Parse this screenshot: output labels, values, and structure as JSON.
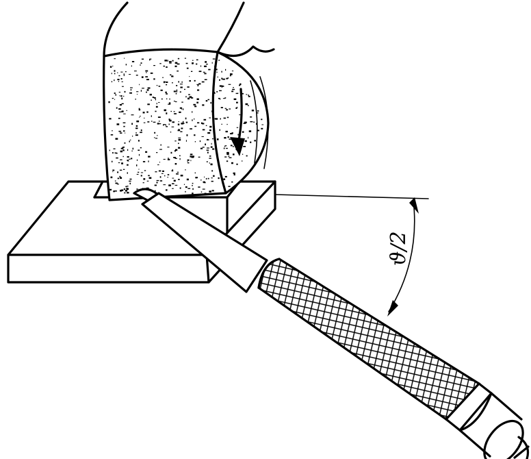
{
  "figure": {
    "angle_label": "ϑ/2",
    "colors": {
      "ink": "#000000",
      "paper": "#ffffff"
    },
    "icons": [
      "grinding-wheel",
      "rotation-arrow",
      "workpiece-block",
      "pointed-tool",
      "knurled-grip",
      "angle-marker"
    ]
  }
}
